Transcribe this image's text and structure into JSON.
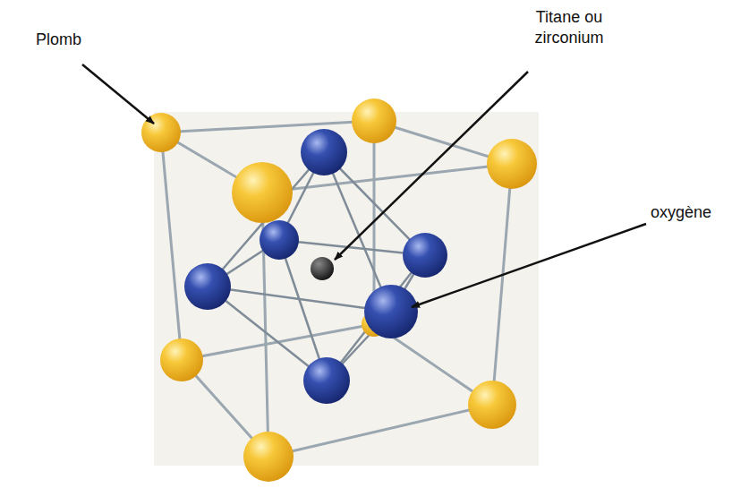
{
  "diagram": {
    "labels": [
      "Plomb",
      "Titane ou zirconium",
      "oxygène"
    ]
  }
}
